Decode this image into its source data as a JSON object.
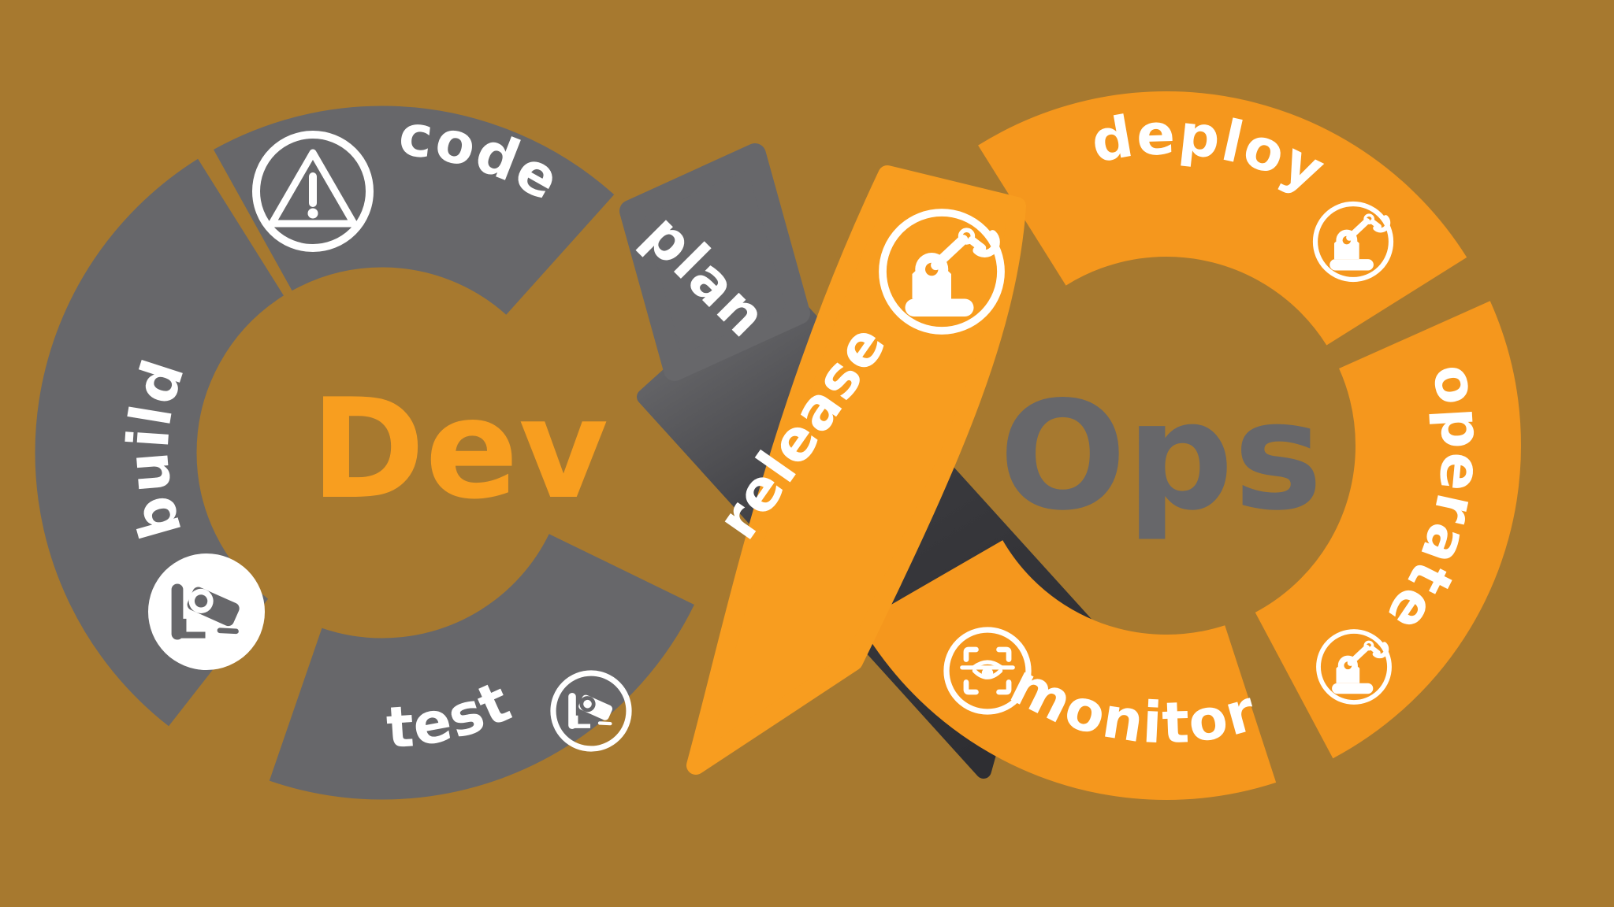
{
  "dev_label": "Dev",
  "ops_label": "Ops",
  "stages": {
    "code": "code",
    "plan": "plan",
    "build": "build",
    "test": "test",
    "release": "release",
    "deploy": "deploy",
    "operate": "operate",
    "monitor": "monitor"
  },
  "icons": {
    "code": "warning-triangle-icon",
    "build": "security-camera-icon",
    "test": "security-camera-icon",
    "release": "robot-arm-icon",
    "deploy": "robot-arm-icon",
    "operate": "robot-arm-icon",
    "monitor": "eye-scan-icon"
  },
  "colors": {
    "background": "#a7792f",
    "dev_loop": "#67676a",
    "ops_loop": "#f5971d",
    "release_band": "#f89d1f",
    "cross_band_dark": "#333338",
    "dev_text": "#f89e1f",
    "ops_text": "#67676a",
    "label_text": "#ffffff",
    "icon_color": "#ffffff"
  }
}
